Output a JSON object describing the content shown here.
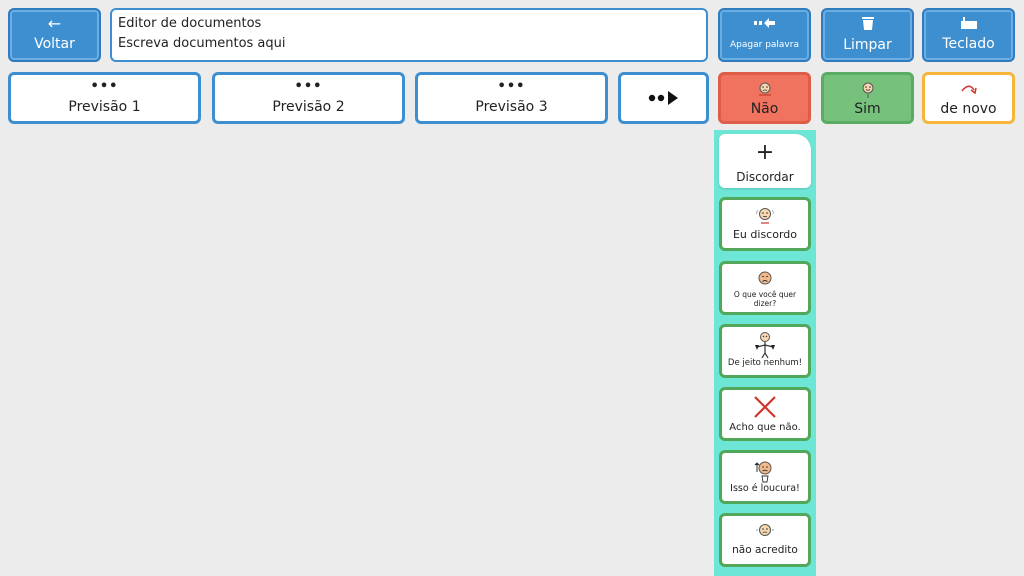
{
  "toolbar": {
    "back_label": "Voltar",
    "delete_word_label": "Apagar palavra",
    "clear_label": "Limpar",
    "keyboard_label": "Teclado"
  },
  "editor": {
    "line1": "Editor de documentos",
    "line2": "Escreva documentos aqui"
  },
  "predictions": {
    "dots": "•••",
    "items": [
      "Previsão 1",
      "Previsão 2",
      "Previsão 3"
    ]
  },
  "quick": {
    "no_label": "Não",
    "yes_label": "Sim",
    "again_label": "de novo"
  },
  "panel": {
    "category_label": "Discordar",
    "category_icon": "plus-icon",
    "phrases": [
      {
        "label": "Eu discordo",
        "icon": "disagree-face-icon"
      },
      {
        "label": "O que você quer dizer?",
        "icon": "confused-face-icon"
      },
      {
        "label": "De jeito nenhum!",
        "icon": "no-way-person-icon"
      },
      {
        "label": "Acho que não.",
        "icon": "red-x-icon"
      },
      {
        "label": "Isso é loucura!",
        "icon": "crazy-face-icon"
      },
      {
        "label": "não acredito",
        "icon": "disbelief-face-icon"
      }
    ]
  },
  "colors": {
    "blue": "#3e8fd0",
    "no_red": "#f0735f",
    "yes_green": "#76c27d",
    "again_orange": "#f6b63c",
    "panel_teal": "#6ee6d6",
    "phrase_border": "#52a85a"
  }
}
